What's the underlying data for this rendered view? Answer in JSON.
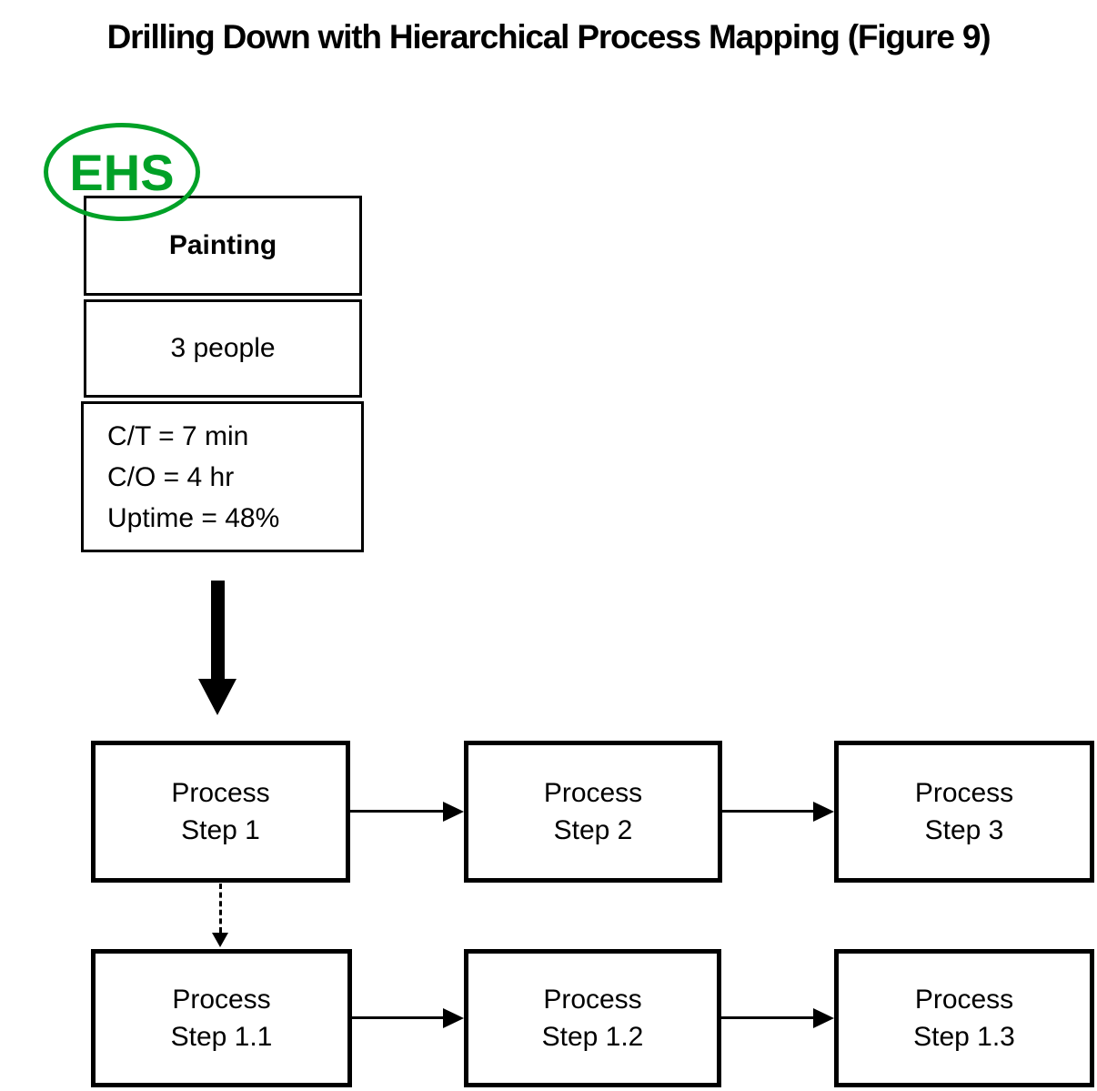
{
  "title": "Drilling Down with Hierarchical Process Mapping (Figure 9)",
  "colors": {
    "annotation_green": "#00A127",
    "line_black": "#000000"
  },
  "annotation": {
    "label": "EHS"
  },
  "machine": {
    "title": "Painting",
    "staffing": "3 people",
    "metrics": [
      "C/T = 7 min",
      "C/O = 4 hr",
      "Uptime = 48%"
    ]
  },
  "rows": [
    {
      "steps": [
        {
          "l1": "Process",
          "l2": "Step 1"
        },
        {
          "l1": "Process",
          "l2": "Step 2"
        },
        {
          "l1": "Process",
          "l2": "Step 3"
        }
      ]
    },
    {
      "steps": [
        {
          "l1": "Process",
          "l2": "Step 1.1"
        },
        {
          "l1": "Process",
          "l2": "Step 1.2"
        },
        {
          "l1": "Process",
          "l2": "Step 1.3"
        }
      ]
    }
  ]
}
